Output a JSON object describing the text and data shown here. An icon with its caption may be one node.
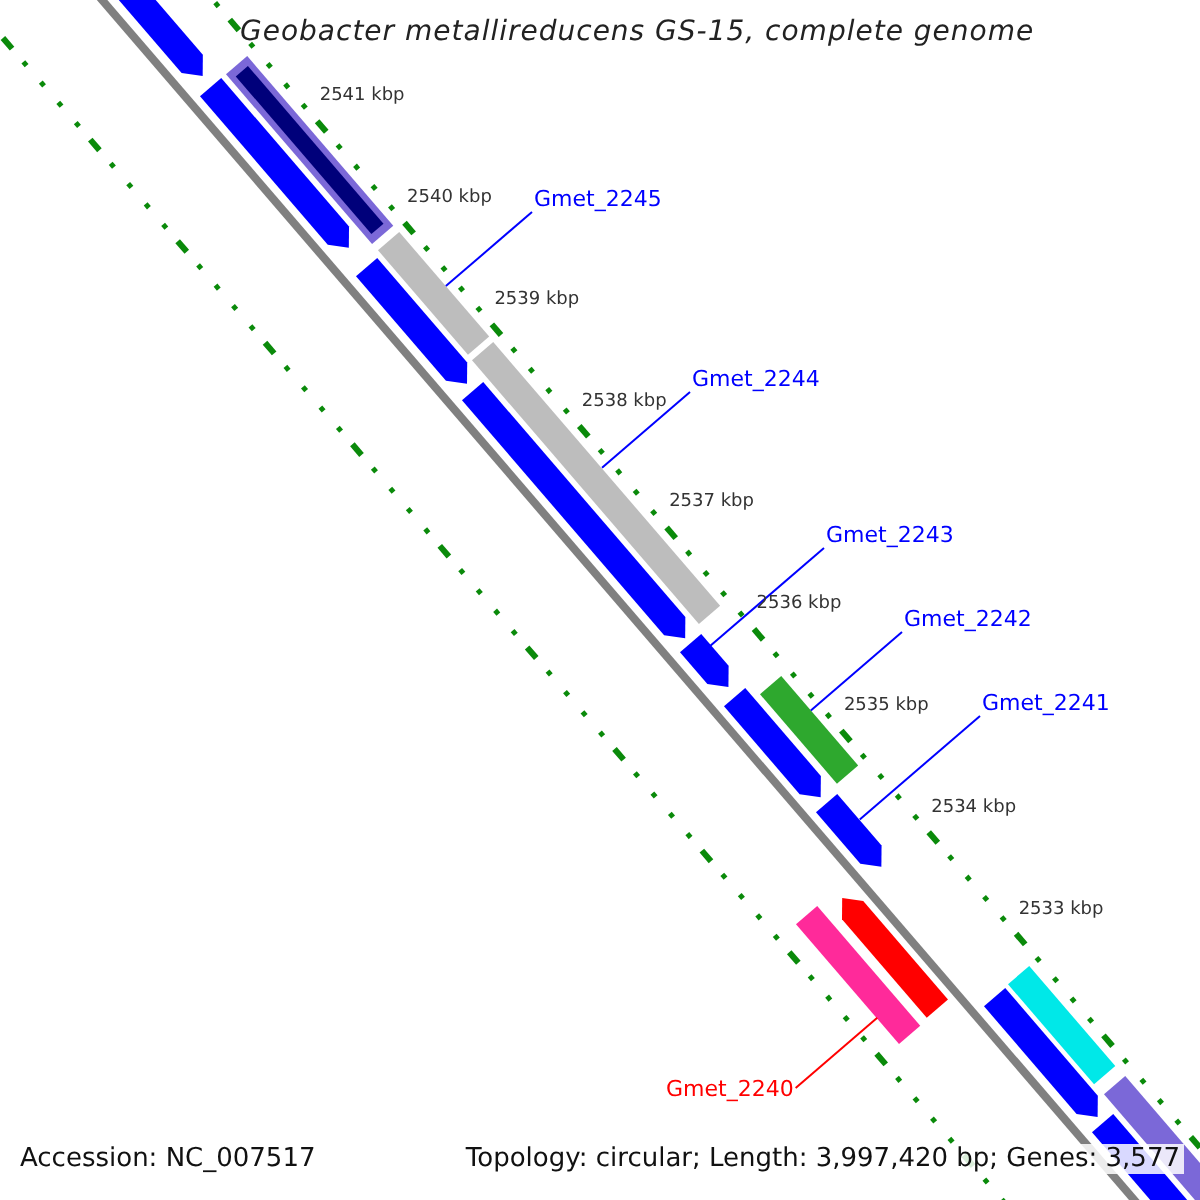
{
  "diagram": {
    "title": "Geobacter metallireducens GS-15, complete genome",
    "nodes": [
      {
        "text": [
          "Gmet_2245"
        ]
      },
      {
        "text": [],
        "shape": "bar"
      },
      {
        "text": [
          "Gmet_2244"
        ]
      },
      {
        "text": [],
        "shape": "bar"
      },
      {
        "text": [
          "Gmet_2243"
        ]
      },
      {
        "text": [],
        "shape": "arrow"
      },
      {
        "text": [
          "Gmet_2242"
        ]
      },
      {
        "text": [],
        "shape": "bar"
      },
      {
        "text": [
          "Gmet_2241"
        ]
      },
      {
        "text": [],
        "shape": "arrow"
      },
      {
        "text": [
          "Gmet_2240"
        ]
      },
      {
        "text": [],
        "shape": "bar"
      },
      {
        "text": [],
        "shape": "arrow"
      },
      {
        "text": [],
        "shape": "arrow"
      },
      {
        "text": [],
        "shape": "arrow"
      },
      {
        "text": [],
        "shape": "arrow"
      },
      {
        "text": [],
        "shape": "arrow"
      },
      {
        "text": [],
        "shape": "arrow"
      },
      {
        "text": [],
        "shape": "arrow"
      },
      {
        "text": [],
        "shape": "bar"
      },
      {
        "text": [],
        "shape": "bar"
      },
      {
        "text": [],
        "shape": "bar"
      },
      {
        "text": [],
        "shape": "arrow"
      }
    ],
    "edges": [
      {
        "from": 0,
        "to": 1,
        "arrow": "none"
      },
      {
        "from": 2,
        "to": 3,
        "arrow": "none"
      },
      {
        "from": 4,
        "to": 5,
        "arrow": "none"
      },
      {
        "from": 6,
        "to": 7,
        "arrow": "none"
      },
      {
        "from": 8,
        "to": 9,
        "arrow": "none"
      },
      {
        "from": 10,
        "to": 11,
        "arrow": "none",
        "color": "#ff0000"
      }
    ],
    "labels": [
      "2541 kbp",
      "2540 kbp",
      "2539 kbp",
      "2538 kbp",
      "2537 kbp",
      "2536 kbp",
      "2535 kbp",
      "2534 kbp",
      "2533 kbp",
      "Accession: NC_007517",
      "Topology: circular; Length: 3,997,420 bp; Genes: 3,577"
    ]
  }
}
